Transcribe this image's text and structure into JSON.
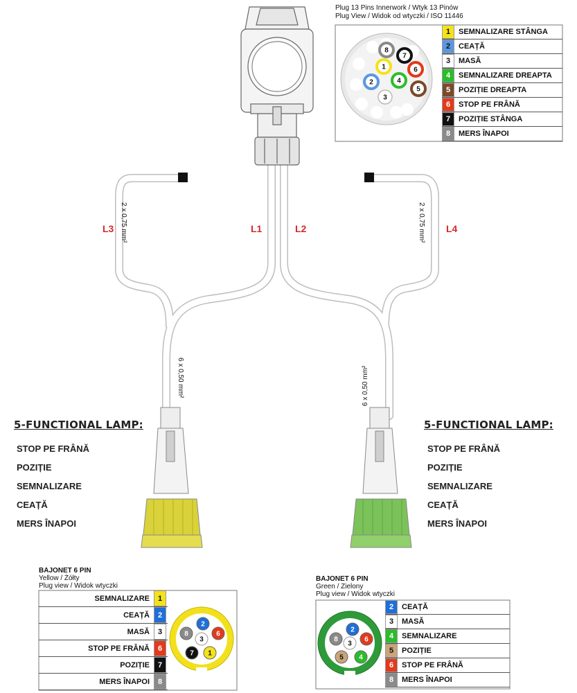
{
  "plug13": {
    "header_line1": "Plug 13 Pins Innerwork / Wtyk 13 Pinów",
    "header_line2": "Plug View / Widok od wtyczki   / ISO 11446",
    "rows": [
      {
        "pin": "1",
        "label": "SEMNALIZARE STÂNGA",
        "color": "#f4e21a"
      },
      {
        "pin": "2",
        "label": "CEAȚĂ",
        "color": "#5b97e0"
      },
      {
        "pin": "3",
        "label": "MASĂ",
        "color": "#ffffff"
      },
      {
        "pin": "4",
        "label": "SEMNALIZARE DREAPTA",
        "color": "#2bbd2b"
      },
      {
        "pin": "5",
        "label": "POZIȚIE DREAPTA",
        "color": "#7a4a2a"
      },
      {
        "pin": "6",
        "label": "STOP PE FRÂNĂ",
        "color": "#e23a1c"
      },
      {
        "pin": "7",
        "label": "POZIȚIE STÂNGA",
        "color": "#111111"
      },
      {
        "pin": "8",
        "label": "MERS ÎNAPOI",
        "color": "#8a8a8a"
      }
    ]
  },
  "leads": {
    "l1": "L1",
    "l2": "L2",
    "l3": "L3",
    "l4": "L4",
    "wire_thin": "2 x 0,75 mm²",
    "wire_main": "6 x 0,50 mm²"
  },
  "lamp_left": {
    "title": "5-FUNCTIONAL LAMP:",
    "items": [
      "STOP PE FRÂNĂ",
      "POZIȚIE",
      "SEMNALIZARE",
      "CEAȚĂ",
      "MERS ÎNAPOI"
    ]
  },
  "lamp_right": {
    "title": "5-FUNCTIONAL LAMP:",
    "items": [
      "STOP PE FRÂNĂ",
      "POZIȚIE",
      "SEMNALIZARE",
      "CEAȚĂ",
      "MERS ÎNAPOI"
    ]
  },
  "bajonet_yellow": {
    "title": "BAJONET 6 PIN",
    "color_name": "Yellow / Żółty",
    "view": "Plug view / Widok wtyczki",
    "ring_color": "#f2e01c",
    "rows": [
      {
        "pin": "1",
        "label": "SEMNALIZARE",
        "color": "#f4e21a"
      },
      {
        "pin": "2",
        "label": "CEAȚĂ",
        "color": "#1e6fd8"
      },
      {
        "pin": "3",
        "label": "MASĂ",
        "color": "#ffffff"
      },
      {
        "pin": "6",
        "label": "STOP PE FRÂNĂ",
        "color": "#e23a1c"
      },
      {
        "pin": "7",
        "label": "POZIȚIE",
        "color": "#111111"
      },
      {
        "pin": "8",
        "label": "MERS ÎNAPOI",
        "color": "#8a8a8a"
      }
    ]
  },
  "bajonet_green": {
    "title": "BAJONET 6 PIN",
    "color_name": "Green / Zielony",
    "view": "Plug view / Widok wtyczki",
    "ring_color": "#2f9a3a",
    "rows": [
      {
        "pin": "2",
        "label": "CEAȚĂ",
        "color": "#1e6fd8"
      },
      {
        "pin": "3",
        "label": "MASĂ",
        "color": "#ffffff"
      },
      {
        "pin": "4",
        "label": "SEMNALIZARE",
        "color": "#2bbd2b"
      },
      {
        "pin": "5",
        "label": "POZIȚIE",
        "color": "#c9a57a"
      },
      {
        "pin": "6",
        "label": "STOP PE FRÂNĂ",
        "color": "#e23a1c"
      },
      {
        "pin": "8",
        "label": "MERS ÎNAPOI",
        "color": "#8a8a8a"
      }
    ]
  }
}
